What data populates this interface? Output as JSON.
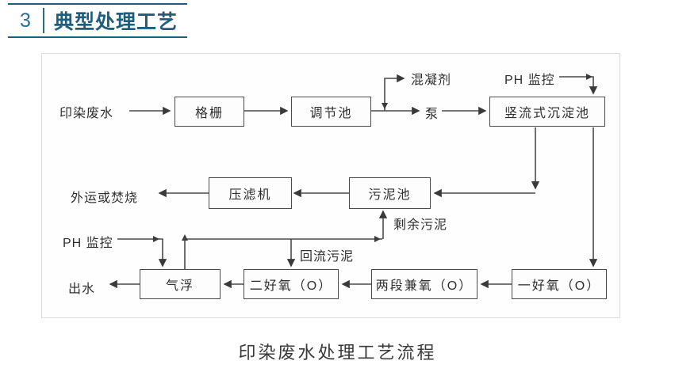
{
  "header": {
    "number": "3",
    "title": "典型处理工艺"
  },
  "caption": "印染废水处理工艺流程",
  "colors": {
    "accent": "#1f5d7d",
    "line": "#424242",
    "arrow": "#3a3a3a",
    "frame_border": "#dcdcdc",
    "node_border": "#4a4a4a",
    "text": "#2e2e2e"
  },
  "flowchart": {
    "nodes": [
      {
        "id": "grid-screen",
        "label": "格栅"
      },
      {
        "id": "regulating-tank",
        "label": "调节池"
      },
      {
        "id": "sedimentation-tank",
        "label": "竖流式沉淀池"
      },
      {
        "id": "filter-press",
        "label": "压滤机"
      },
      {
        "id": "sludge-tank",
        "label": "污泥池"
      },
      {
        "id": "air-flotation",
        "label": "气浮"
      },
      {
        "id": "aerobic-2",
        "label": "二好氧（O）"
      },
      {
        "id": "facultative-2stage",
        "label": "两段兼氧（O）"
      },
      {
        "id": "aerobic-1",
        "label": "一好氧（O）"
      }
    ],
    "labels": [
      {
        "id": "influent",
        "text": "印染废水"
      },
      {
        "id": "coagulant",
        "text": "混凝剂"
      },
      {
        "id": "pump",
        "text": "泵"
      },
      {
        "id": "ph-monitor-top",
        "text": "PH 监控"
      },
      {
        "id": "disposal",
        "text": "外运或焚烧"
      },
      {
        "id": "excess-sludge",
        "text": "剩余污泥"
      },
      {
        "id": "return-sludge",
        "text": "回流污泥"
      },
      {
        "id": "ph-monitor-bottom",
        "text": "PH 监控"
      },
      {
        "id": "effluent",
        "text": "出水"
      }
    ]
  }
}
